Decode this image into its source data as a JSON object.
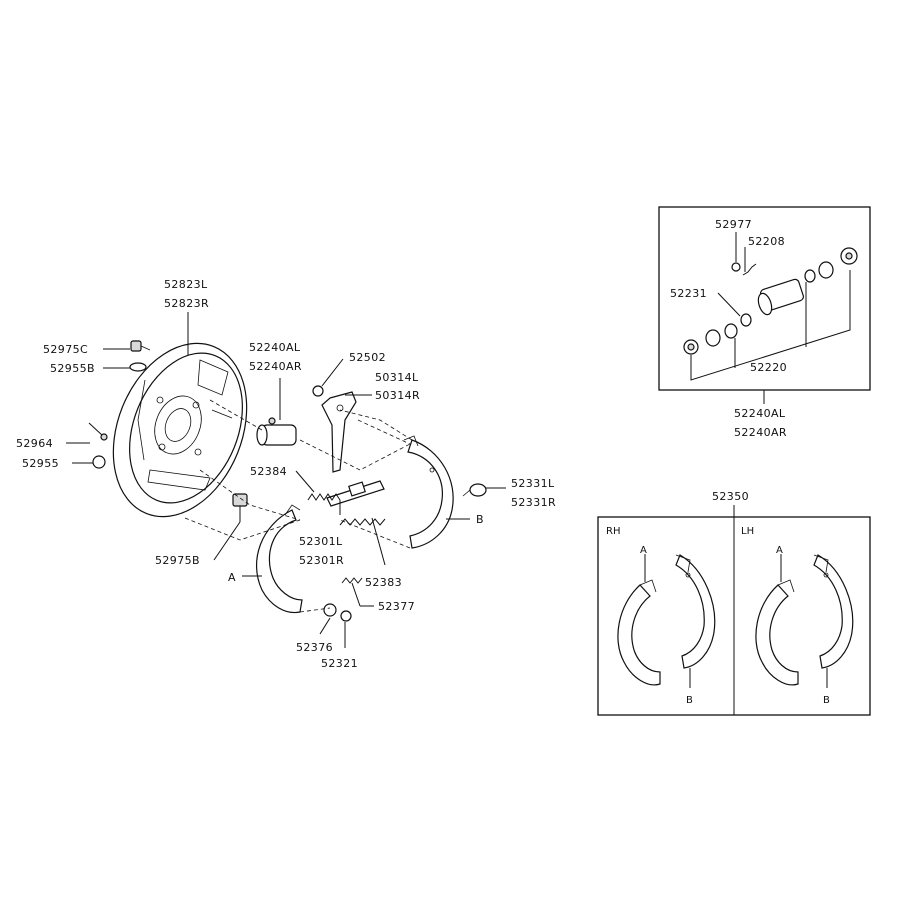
{
  "parts": {
    "p52823L": "52823L",
    "p52823R": "52823R",
    "p52975C": "52975C",
    "p52955B": "52955B",
    "p52964": "52964",
    "p52955": "52955",
    "p52975B": "52975B",
    "p52240AL_main": "52240AL",
    "p52240AR_main": "52240AR",
    "p52502": "52502",
    "p50314L": "50314L",
    "p50314R": "50314R",
    "p52384": "52384",
    "p52301L": "52301L",
    "p52301R": "52301R",
    "p52383": "52383",
    "p52377": "52377",
    "p52376": "52376",
    "p52321": "52321",
    "p52331L": "52331L",
    "p52331R": "52331R",
    "markA_main": "A",
    "markB_main": "B"
  },
  "inset_cylinder": {
    "p52977": "52977",
    "p52208": "52208",
    "p52231": "52231",
    "p52220": "52220",
    "p52240AL": "52240AL",
    "p52240AR": "52240AR"
  },
  "inset_shoes": {
    "p52350": "52350",
    "rh": "RH",
    "lh": "LH",
    "rh_a": "A",
    "rh_b": "B",
    "lh_a": "A",
    "lh_b": "B"
  }
}
